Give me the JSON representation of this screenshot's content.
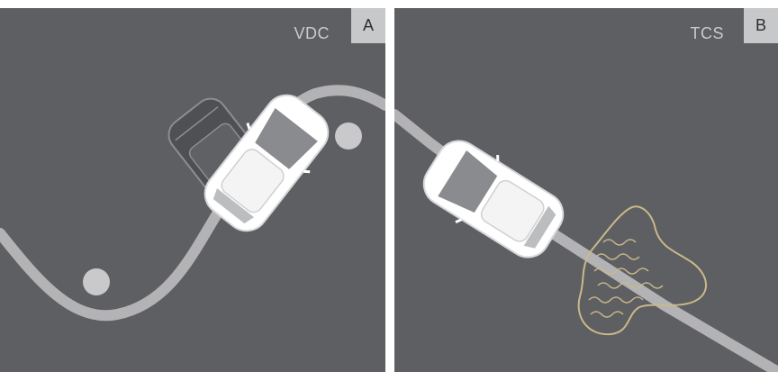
{
  "panels": [
    {
      "system_label": "VDC",
      "badge": "A"
    },
    {
      "system_label": "TCS",
      "badge": "B"
    }
  ],
  "colors": {
    "panel_background": "#5e5f62",
    "road": "#b3b3b5",
    "car_body": "#ffffff",
    "car_windows": "#8a8b8e",
    "ghost_car": "#4f5053",
    "slippery_patch": "#c9b98a",
    "badge_background": "#c7c8ca"
  },
  "icons": [
    "car-icon",
    "ghost-car-icon",
    "obstacle-icon",
    "slippery-surface-icon"
  ]
}
